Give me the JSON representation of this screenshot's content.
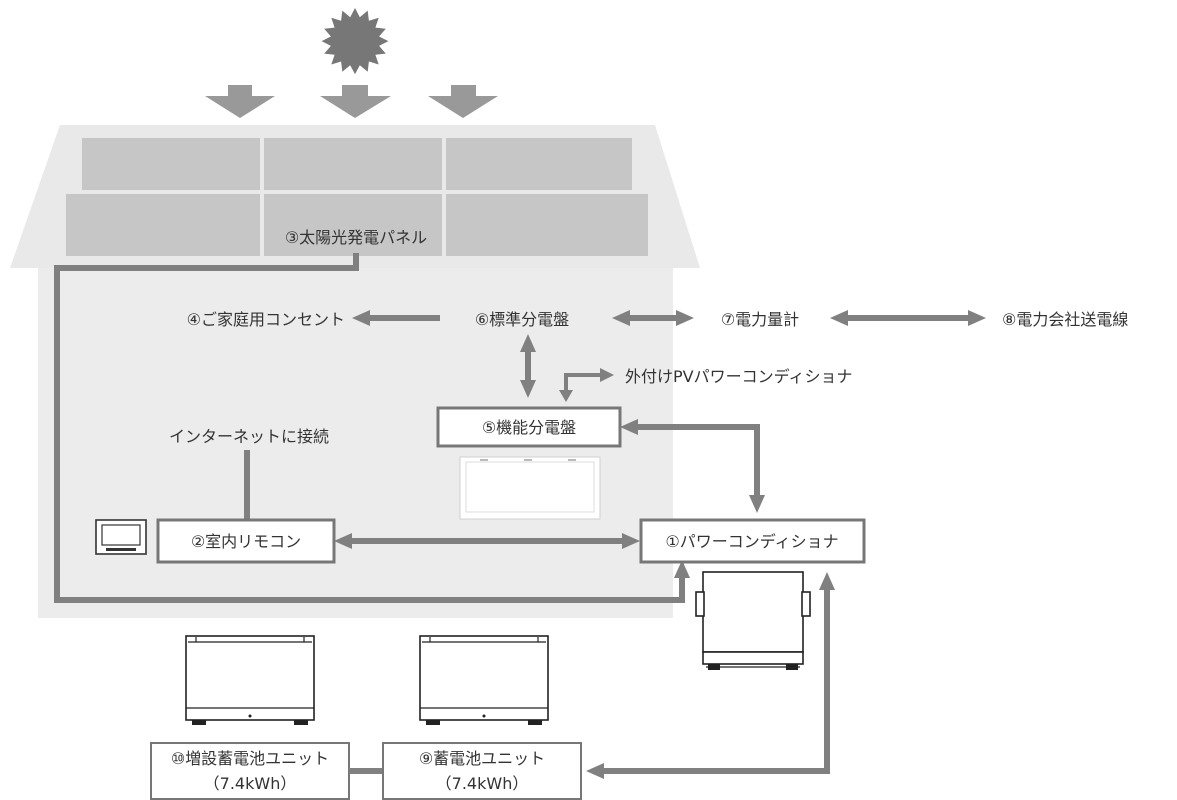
{
  "colors": {
    "house_wall": "#ececec",
    "roof": "#e9e9e9",
    "panel": "#c6c6c6",
    "flow_arrow": "#808080",
    "sun": "#777777",
    "box_border": "#777777"
  },
  "labels": {
    "power_conditioner": "①パワーコンディショナ",
    "indoor_remote": "②室内リモコン",
    "solar_panel": "③太陽光発電パネル",
    "home_outlet": "④ご家庭用コンセント",
    "functional_panel": "⑤機能分電盤",
    "standard_panel": "⑥標準分電盤",
    "power_meter": "⑦電力量計",
    "utility_line": "⑧電力会社送電線",
    "battery_unit": "⑨蓄電池ユニット",
    "battery_unit_capacity": "（7.4kWh）",
    "extra_battery_unit": "⑩増設蓄電池ユニット",
    "extra_battery_unit_capacity": "（7.4kWh）",
    "external_pv_conditioner": "外付けPVパワーコンディショナ",
    "internet_connection": "インターネットに接続"
  },
  "icons": {
    "sun": "sun-icon",
    "sunlight": "down-arrow-icon",
    "remote": "remote-controller-icon",
    "conditioner": "power-conditioner-icon",
    "battery": "battery-unit-icon",
    "distribution_board": "distribution-board-icon"
  }
}
